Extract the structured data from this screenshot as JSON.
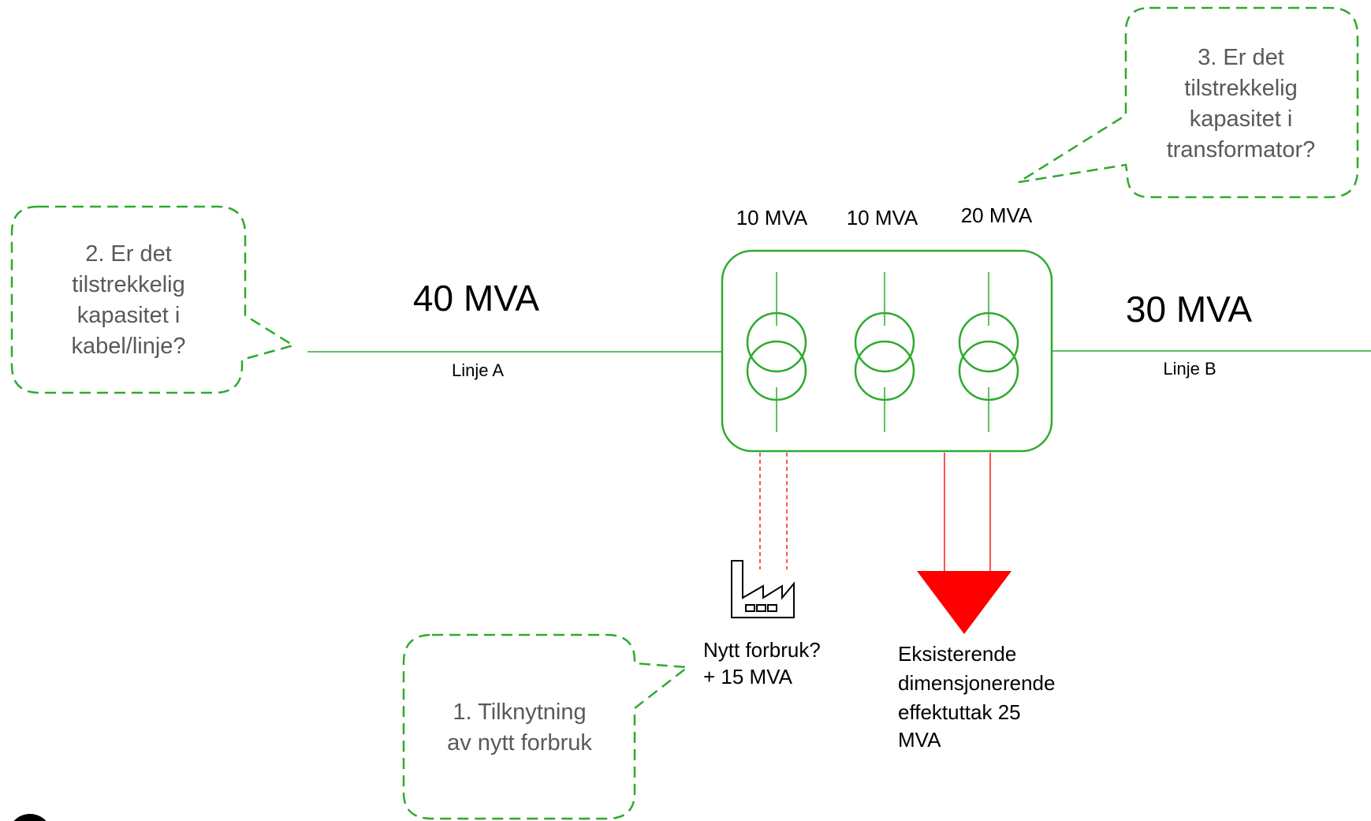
{
  "colors": {
    "green": "#2eaa2e",
    "red": "#ff1a1a",
    "callout_text": "#595959",
    "text": "#000000"
  },
  "callouts": {
    "c1_lines": [
      "1. Tilknytning",
      "av nytt forbruk"
    ],
    "c2_lines": [
      "2. Er det",
      "tilstrekkelig",
      "kapasitet i",
      "kabel/linje?"
    ],
    "c3_lines": [
      "3. Er det",
      "tilstrekkelig",
      "kapasitet i",
      "transformator?"
    ]
  },
  "lines": {
    "a_capacity": "40 MVA",
    "a_name": "Linje A",
    "b_capacity": "30 MVA",
    "b_name": "Linje B"
  },
  "transformers": [
    {
      "rating": "10 MVA"
    },
    {
      "rating": "10 MVA"
    },
    {
      "rating": "20 MVA"
    }
  ],
  "new_load": {
    "icon": "factory-icon",
    "lines": [
      "Nytt forbruk?",
      "+ 15 MVA"
    ]
  },
  "existing_load": {
    "icon": "load-triangle-icon",
    "lines": [
      "Eksisterende",
      "dimensjonerende",
      "effektuttak 25",
      "MVA"
    ]
  }
}
